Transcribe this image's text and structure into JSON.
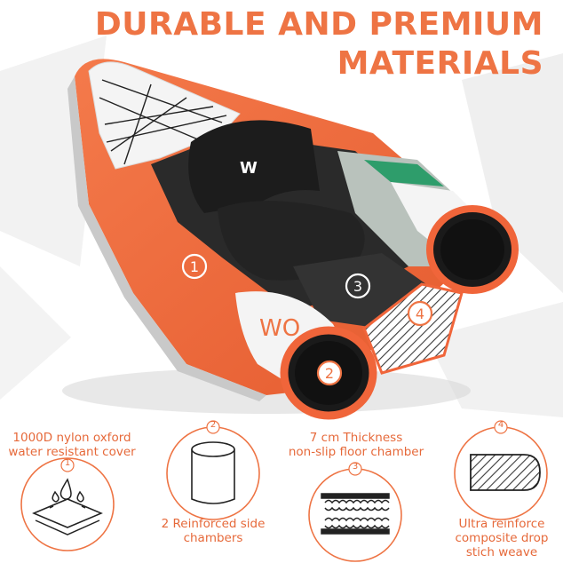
{
  "headline": {
    "line1": "DURABLE AND PREMIUM",
    "line2": "MATERIALS"
  },
  "kayak": {
    "markers": [
      "1",
      "2",
      "3",
      "4"
    ],
    "side_text": "WO",
    "seat_logo": "W"
  },
  "features": [
    {
      "number": "1",
      "caption_line1": "1000D nylon oxford",
      "caption_line2": "water resistant cover",
      "icon": "water-resistant-fabric-icon"
    },
    {
      "number": "2",
      "caption_line1": "2 Reinforced side",
      "caption_line2": "chambers",
      "icon": "cylinder-chamber-icon"
    },
    {
      "number": "3",
      "caption_line1": "7 cm Thickness",
      "caption_line2": "non-slip floor chamber",
      "icon": "floor-chamber-icon"
    },
    {
      "number": "4",
      "caption_line1": "Ultra reinforce",
      "caption_line2": "composite drop",
      "caption_line3": "stich weave",
      "icon": "drop-stitch-weave-icon"
    }
  ],
  "colors": {
    "accent": "#ee7444",
    "kayak_orange": "#f0653a",
    "seat_black": "#1c1c1c",
    "chamber_grey": "#b9c2bc",
    "stripe_green": "#2e9d6b"
  }
}
